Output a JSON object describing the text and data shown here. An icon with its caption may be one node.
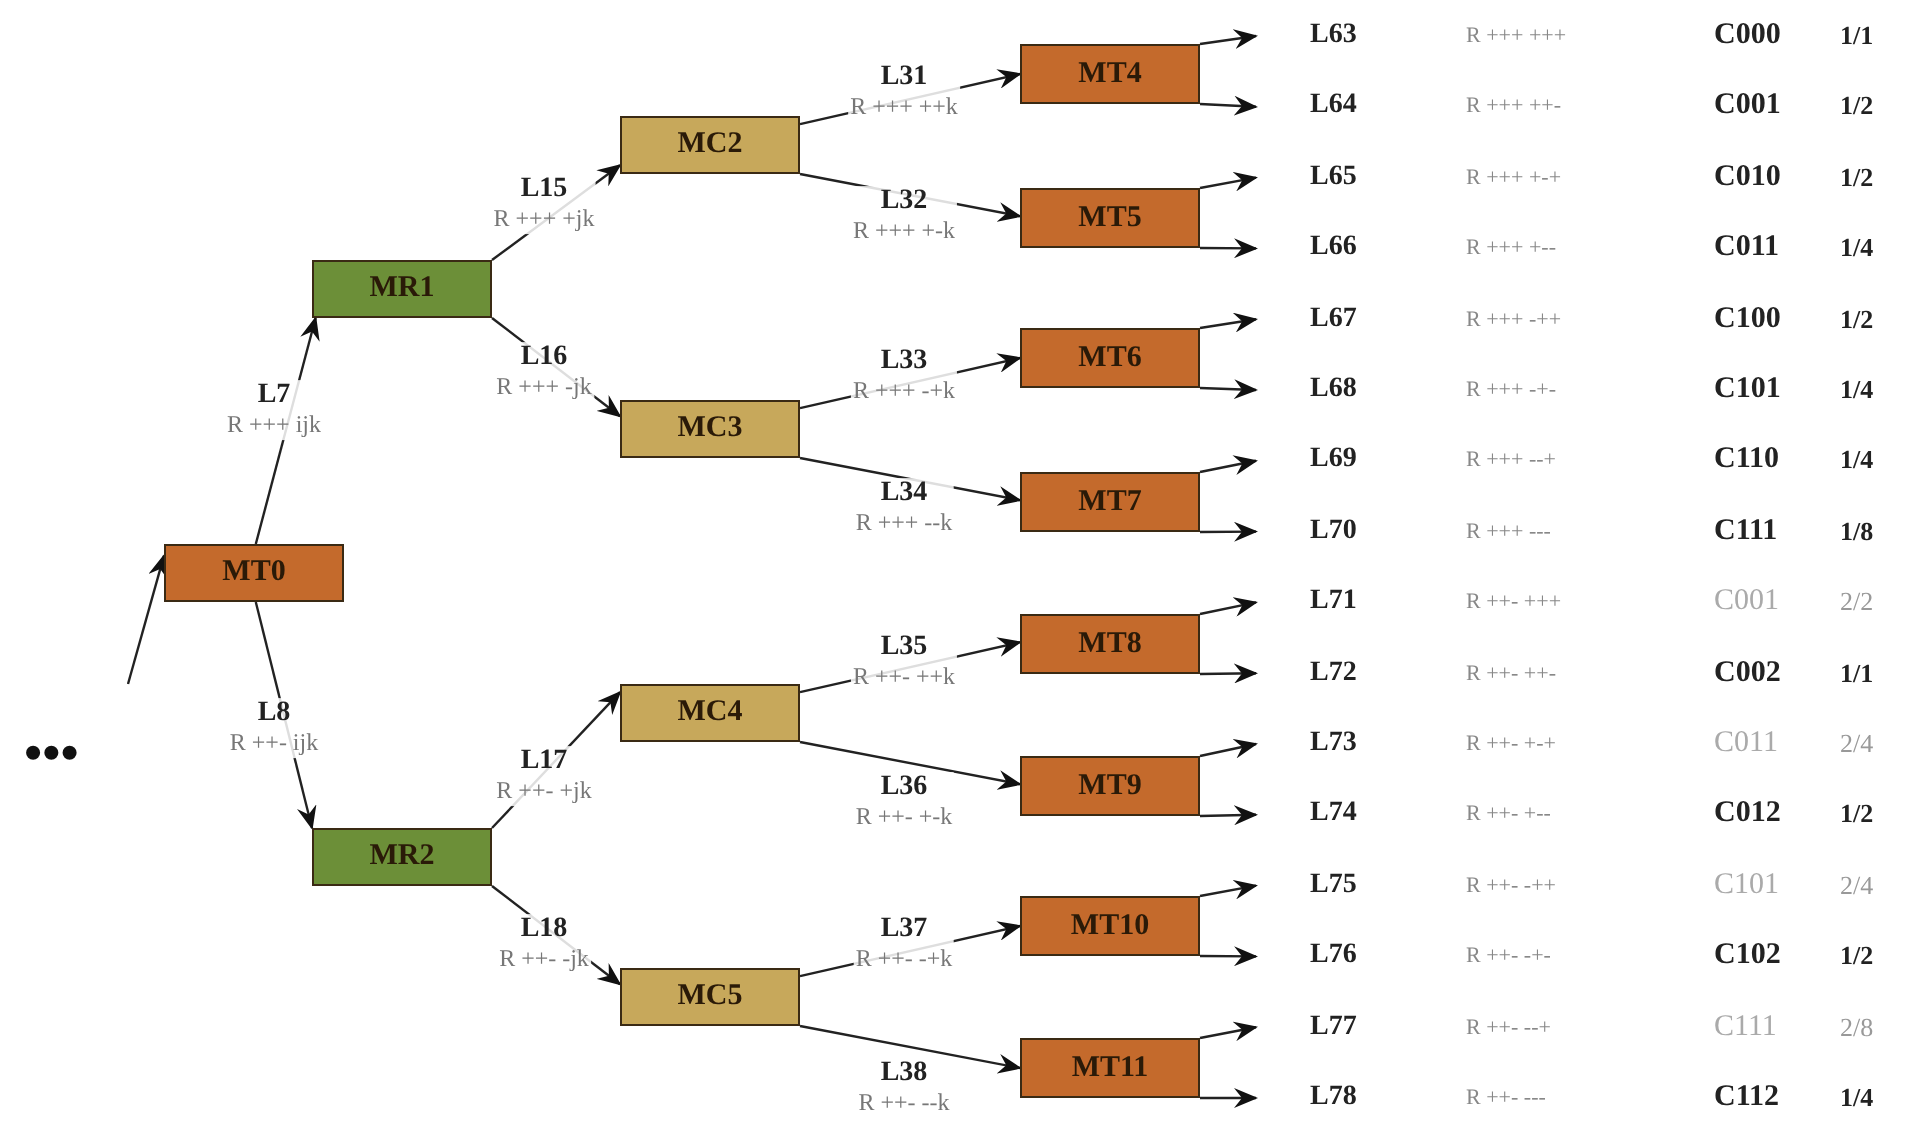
{
  "diagram": {
    "nodes": [
      {
        "text": [
          "MT0"
        ]
      },
      {
        "text": [
          "MR1"
        ]
      },
      {
        "text": [
          "MR2"
        ]
      },
      {
        "text": [
          "MC2"
        ]
      },
      {
        "text": [
          "MC3"
        ]
      },
      {
        "text": [
          "MC4"
        ]
      },
      {
        "text": [
          "MC5"
        ]
      },
      {
        "text": [
          "MT4"
        ]
      },
      {
        "text": [
          "MT5"
        ]
      },
      {
        "text": [
          "MT6"
        ]
      },
      {
        "text": [
          "MT7"
        ]
      },
      {
        "text": [
          "MT8"
        ]
      },
      {
        "text": [
          "MT9"
        ]
      },
      {
        "text": [
          "MT10"
        ]
      },
      {
        "text": [
          "MT11"
        ]
      }
    ],
    "edges": [
      {
        "from": null,
        "to": 0,
        "arrow": "to"
      },
      {
        "from": 0,
        "to": 1,
        "arrow": "to",
        "label": "L7 R +++ ijk"
      },
      {
        "from": 0,
        "to": 2,
        "arrow": "to",
        "label": "L8 R ++- ijk"
      },
      {
        "from": 1,
        "to": 3,
        "arrow": "to",
        "label": "L15 R +++ +jk"
      },
      {
        "from": 1,
        "to": 4,
        "arrow": "to",
        "label": "L16 R +++ -jk"
      },
      {
        "from": 2,
        "to": 5,
        "arrow": "to",
        "label": "L17 R ++- +jk"
      },
      {
        "from": 2,
        "to": 6,
        "arrow": "to",
        "label": "L18 R ++- -jk"
      },
      {
        "from": 3,
        "to": 7,
        "arrow": "to",
        "label": "L31 R +++ ++k"
      },
      {
        "from": 3,
        "to": 8,
        "arrow": "to",
        "label": "L32 R +++ +-k"
      },
      {
        "from": 4,
        "to": 9,
        "arrow": "to",
        "label": "L33 R +++ -+k"
      },
      {
        "from": 4,
        "to": 10,
        "arrow": "to",
        "label": "L34 R +++ --k"
      },
      {
        "from": 5,
        "to": 11,
        "arrow": "to",
        "label": "L35 R ++- ++k"
      },
      {
        "from": 5,
        "to": 12,
        "arrow": "to",
        "label": "L36 R ++- +-k"
      },
      {
        "from": 6,
        "to": 13,
        "arrow": "to",
        "label": "L37 R ++- -+k"
      },
      {
        "from": 6,
        "to": 14,
        "arrow": "to",
        "label": "L38 R ++- --k"
      },
      {
        "from": 7,
        "to": null,
        "arrow": "to"
      },
      {
        "from": 7,
        "to": null,
        "arrow": "to"
      },
      {
        "from": 8,
        "to": null,
        "arrow": "to"
      },
      {
        "from": 8,
        "to": null,
        "arrow": "to"
      },
      {
        "from": 9,
        "to": null,
        "arrow": "to"
      },
      {
        "from": 9,
        "to": null,
        "arrow": "to"
      },
      {
        "from": 10,
        "to": null,
        "arrow": "to"
      },
      {
        "from": 10,
        "to": null,
        "arrow": "to"
      },
      {
        "from": 11,
        "to": null,
        "arrow": "to"
      },
      {
        "from": 11,
        "to": null,
        "arrow": "to"
      },
      {
        "from": 12,
        "to": null,
        "arrow": "to"
      },
      {
        "from": 12,
        "to": null,
        "arrow": "to"
      },
      {
        "from": 13,
        "to": null,
        "arrow": "to"
      },
      {
        "from": 13,
        "to": null,
        "arrow": "to"
      },
      {
        "from": 14,
        "to": null,
        "arrow": "to"
      },
      {
        "from": 14,
        "to": null,
        "arrow": "to"
      }
    ],
    "labels": [
      "•••",
      "L63",
      "R +++ +++",
      "C000",
      "1/1",
      "L64",
      "R +++ ++-",
      "C001",
      "1/2",
      "L65",
      "R +++ +-+",
      "C010",
      "1/2",
      "L66",
      "R +++ +--",
      "C011",
      "1/4",
      "L67",
      "R +++ -++",
      "C100",
      "1/2",
      "L68",
      "R +++ -+-",
      "C101",
      "1/4",
      "L69",
      "R +++ --+",
      "C110",
      "1/4",
      "L70",
      "R +++ ---",
      "C111",
      "1/8",
      "L71",
      "R ++- +++",
      "C001",
      "2/2",
      "L72",
      "R ++- ++-",
      "C002",
      "1/1",
      "L73",
      "R ++- +-+",
      "C011",
      "2/4",
      "L74",
      "R ++- +--",
      "C012",
      "1/2",
      "L75",
      "R ++- -++",
      "C101",
      "2/4",
      "L76",
      "R ++- -+-",
      "C102",
      "1/2",
      "L77",
      "R ++- --+",
      "C111",
      "2/8",
      "L78",
      "R ++- ---",
      "C112",
      "1/4"
    ]
  }
}
